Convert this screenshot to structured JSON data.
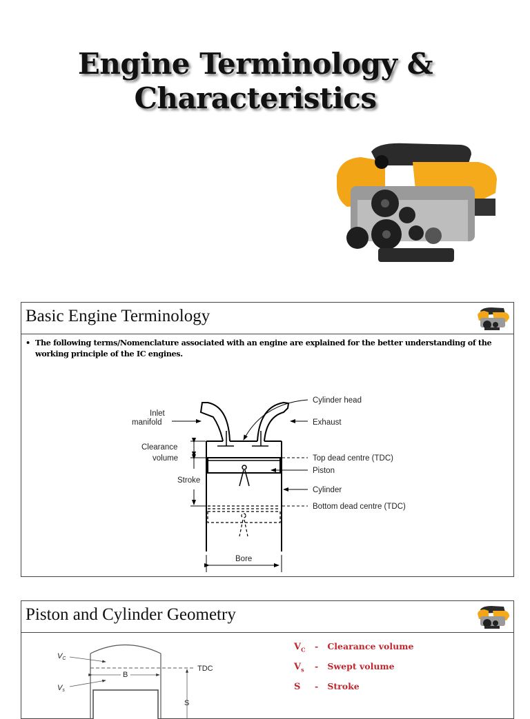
{
  "title_slide": {
    "title_line1": "Engine Terminology &",
    "title_line2": "Characteristics",
    "image": "v8-engine-image"
  },
  "slides": [
    {
      "title": "Basic Engine Terminology",
      "icon": "engine-thumbnail-icon",
      "bullet": "The following terms/Nomenclature associated with an engine are explained for the better understanding of the working principle of the IC engines.",
      "diagram": {
        "labels": {
          "cylinder_head": "Cylinder head",
          "inlet_1": "Inlet",
          "inlet_2": "manifold",
          "exhaust": "Exhaust",
          "clearance_1": "Clearance",
          "clearance_2": "volume",
          "tdc": "Top dead centre (TDC)",
          "piston": "Piston",
          "stroke": "Stroke",
          "cylinder": "Cylinder",
          "bdc": "Bottom dead centre (TDC)",
          "bore": "Bore"
        }
      }
    },
    {
      "title": "Piston and Cylinder Geometry",
      "icon": "engine-thumbnail-icon",
      "diagram": {
        "labels": {
          "vc": "V",
          "vc_sub": "C",
          "vs": "V",
          "vs_sub": "s",
          "tdc": "TDC",
          "b": "B",
          "s": "S"
        }
      },
      "legend": [
        {
          "symbol": "V",
          "sub": "C",
          "dash": "-",
          "text": "Clearance volume"
        },
        {
          "symbol": "V",
          "sub": "s",
          "dash": "-",
          "text": "Swept volume"
        },
        {
          "symbol": "S",
          "sub": "",
          "dash": "-",
          "text": "Stroke"
        }
      ],
      "legend_color": "#c0272d"
    }
  ]
}
